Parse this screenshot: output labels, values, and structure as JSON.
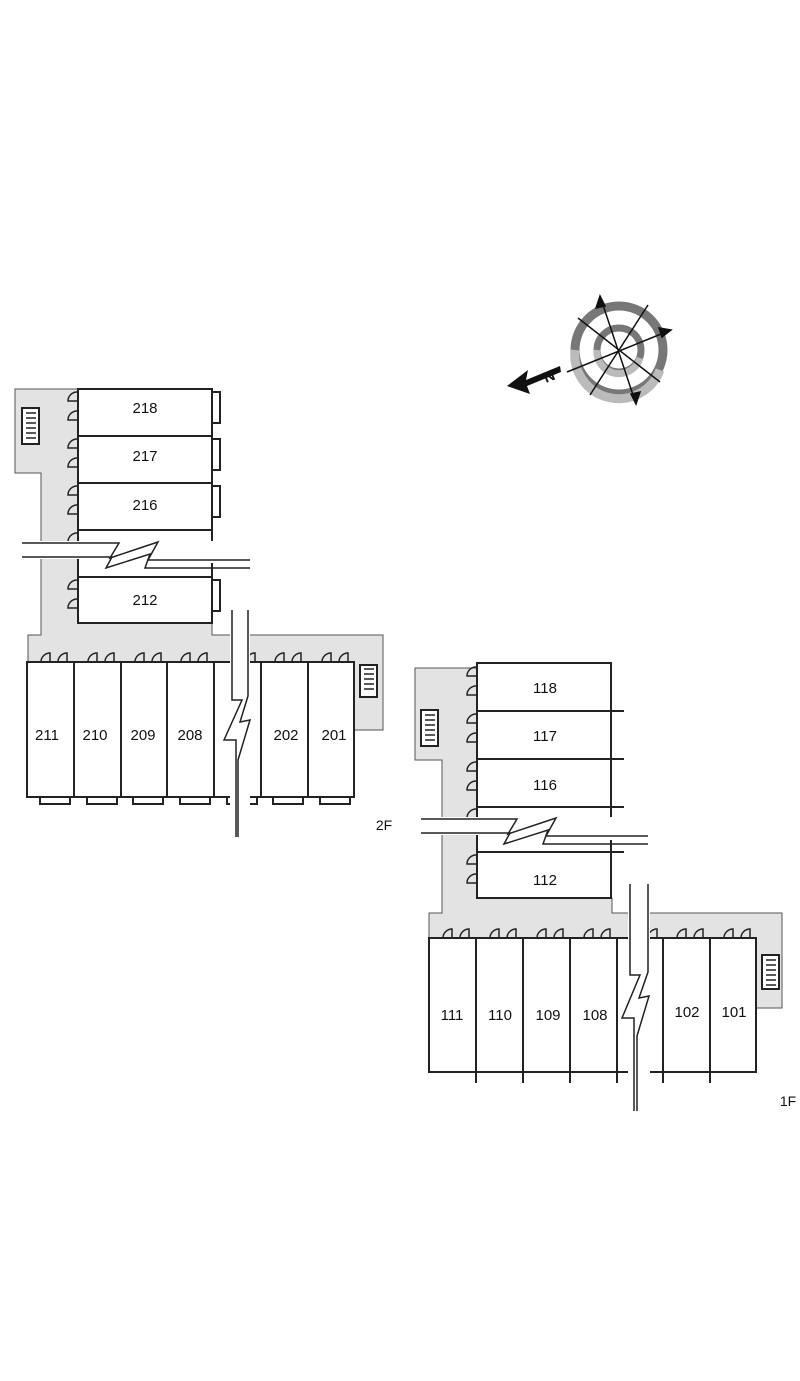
{
  "colors": {
    "corridor": "#e3e3e3",
    "wall": "#222222",
    "compass_dark": "#777777",
    "compass_light": "#bbbbbb"
  },
  "compass": {
    "north_label": "N",
    "icon": "north-arrow-icon"
  },
  "floor2": {
    "label": "2F",
    "vertical_units": [
      "218",
      "217",
      "216",
      "212"
    ],
    "horizontal_units": [
      "211",
      "210",
      "209",
      "208",
      "202",
      "201"
    ]
  },
  "floor1": {
    "label": "1F",
    "vertical_units": [
      "118",
      "117",
      "116",
      "112"
    ],
    "horizontal_units": [
      "111",
      "110",
      "109",
      "108",
      "102",
      "101"
    ]
  }
}
